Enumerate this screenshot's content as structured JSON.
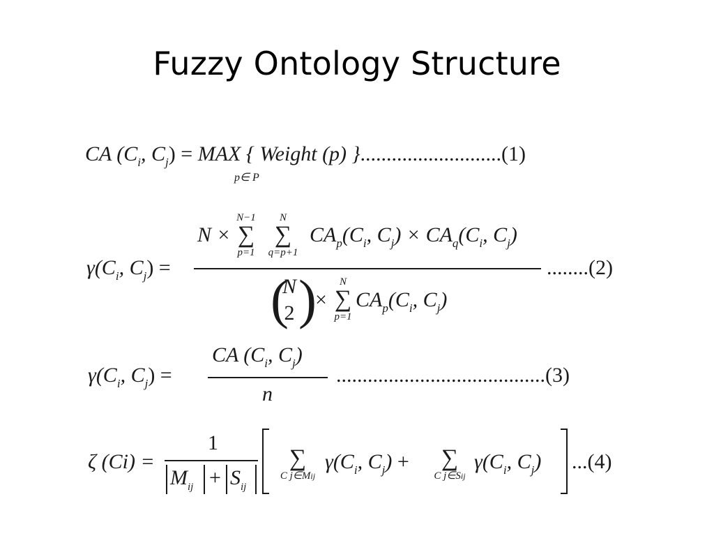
{
  "slide": {
    "title": "Fuzzy Ontology Structure"
  },
  "eq1": {
    "lhs": "CA (C",
    "i": "i",
    "comma": ", C",
    "j": "j",
    "eqsign": ") = ",
    "max": "MAX",
    "under": "p∈ P",
    "body": "{ Weight (p) }",
    "dots": "...........................",
    "tag": "(1)"
  },
  "eq2": {
    "lhs": "γ(C",
    "i": "i",
    "comma": ", C",
    "j": "j",
    "eqsign": ") =",
    "num_n": "N ×",
    "sum1_top": "N−1",
    "sum1_bot": "p=1",
    "sum2_top": "N",
    "sum2_bot": "q=p+1",
    "num_ca_p": "CA",
    "num_p": "p",
    "num_mid1": "(C",
    "num_mid2": ", C",
    "num_times": ") × CA",
    "num_q": "q",
    "num_end": ")",
    "binom_top": "N",
    "binom_bot": "2",
    "den_times": "×",
    "sum3_top": "N",
    "sum3_bot": "p=1",
    "den_ca": "CA",
    "den_p": "p",
    "den_end": ")",
    "dots": "........",
    "tag": "(2)"
  },
  "eq3": {
    "lhs": "γ(C",
    "i": "i",
    "comma": ", C",
    "j": "j",
    "eqsign": ") =",
    "num": "CA (C",
    "num_end": ")",
    "den": "n",
    "dots": "........................................",
    "tag": "(3)"
  },
  "eq4": {
    "lhs": "ζ (Ci) =",
    "num": "1",
    "m": "M",
    "ij": "ij",
    "plus": "+",
    "s": "S",
    "sum1_bot": "C",
    "sum1_bot_sub": "j∈M",
    "sum2_bot_sub": "j∈S",
    "gamma1": "γ(C",
    "comma": ", C",
    "close": ")",
    "plus2": " + ",
    "gamma2": "γ(C",
    "dots": "...",
    "tag": "(4)"
  }
}
